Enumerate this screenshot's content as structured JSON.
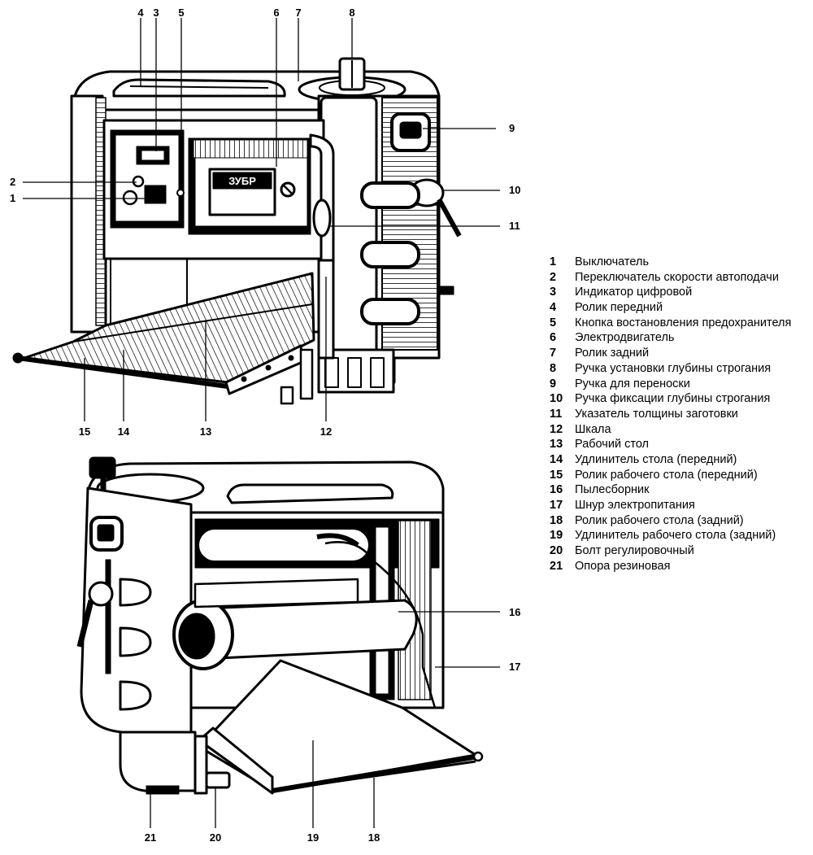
{
  "legend": [
    {
      "num": "1",
      "text": "Выключатель"
    },
    {
      "num": "2",
      "text": "Переключатель скорости автоподачи"
    },
    {
      "num": "3",
      "text": "Индикатор цифровой"
    },
    {
      "num": "4",
      "text": "Ролик передний"
    },
    {
      "num": "5",
      "text": "Кнопка востановления предохранителя"
    },
    {
      "num": "6",
      "text": "Электродвигатель"
    },
    {
      "num": "7",
      "text": "Ролик задний"
    },
    {
      "num": "8",
      "text": "Ручка установки глубины строгания"
    },
    {
      "num": "9",
      "text": "Ручка для переноски"
    },
    {
      "num": "10",
      "text": "Ручка фиксации глубины строгания"
    },
    {
      "num": "11",
      "text": "Указатель толщины заготовки"
    },
    {
      "num": "12",
      "text": "Шкала"
    },
    {
      "num": "13",
      "text": "Рабочий стол"
    },
    {
      "num": "14",
      "text": "Удлинитель стола (передний)"
    },
    {
      "num": "15",
      "text": "Ролик рабочего стола (передний)"
    },
    {
      "num": "16",
      "text": "Пылесборник"
    },
    {
      "num": "17",
      "text": "Шнур электропитания"
    },
    {
      "num": "18",
      "text": "Ролик рабочего стола (задний)"
    },
    {
      "num": "19",
      "text": "Удлинитель рабочего стола (задний)"
    },
    {
      "num": "20",
      "text": "Болт регулировочный"
    },
    {
      "num": "21",
      "text": "Опора резиновая"
    }
  ],
  "callouts": {
    "c1": "1",
    "c2": "2",
    "c3": "3",
    "c4": "4",
    "c5": "5",
    "c6": "6",
    "c7": "7",
    "c8": "8",
    "c9": "9",
    "c10": "10",
    "c11": "11",
    "c12": "12",
    "c13": "13",
    "c14": "14",
    "c15": "15",
    "c16": "16",
    "c17": "17",
    "c18": "18",
    "c19": "19",
    "c20": "20",
    "c21": "21"
  },
  "brand": "ЗУБР"
}
